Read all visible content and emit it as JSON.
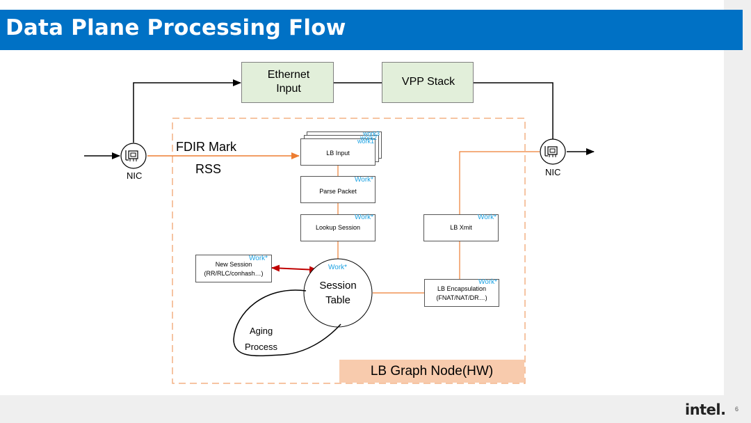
{
  "slide": {
    "title": "Data Plane Processing Flow",
    "page_number": "6",
    "logo": "intel."
  },
  "diagram": {
    "ethernet_input": "Ethernet Input",
    "vpp_stack": "VPP Stack",
    "nic_left": "NIC",
    "nic_right": "NIC",
    "fdir_mark": "FDIR Mark",
    "rss": "RSS",
    "lb_input": "LB Input",
    "lb_input_workers": [
      "work3",
      "work2",
      "work1"
    ],
    "parse_packet": "Parse Packet",
    "lookup_session": "Lookup Session",
    "lb_xmit": "LB Xmit",
    "new_session": "New Session",
    "new_session_detail": "(RR/RLC/conhash…)",
    "session_table_line1": "Session",
    "session_table_line2": "Table",
    "lb_encapsulation": "LB Encapsulation",
    "lb_encapsulation_detail": "(FNAT/NAT/DR…)",
    "aging_line1": "Aging",
    "aging_line2": "Process",
    "graph_node_label": "LB Graph Node(HW)",
    "work_tag": "Work*",
    "colors": {
      "title_bar": "#0071c5",
      "orange_flow": "#ed7d31",
      "dashed_border": "#f4b183",
      "graph_node_fill": "#f8cbad",
      "work_text": "#1ba1e2",
      "bidirectional_arrow": "#c00000",
      "green_box": "#e2efda"
    },
    "icons": [
      "nic-icon",
      "nic-icon"
    ]
  }
}
